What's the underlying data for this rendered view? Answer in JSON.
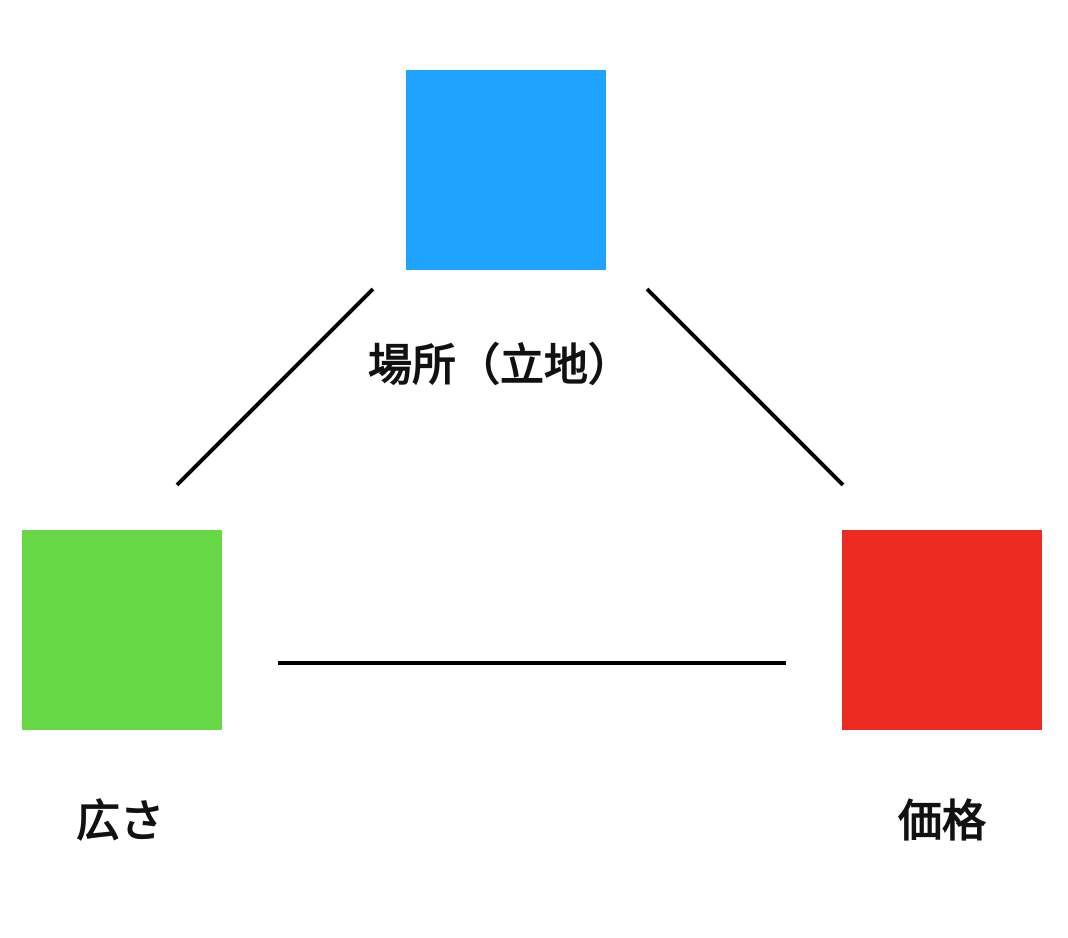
{
  "colors": {
    "top": "#1FA3FE",
    "left": "#67D845",
    "right": "#EC2A22",
    "edge": "#000000"
  },
  "nodes": {
    "top": {
      "label": "場所（立地）"
    },
    "left": {
      "label": "広さ"
    },
    "right": {
      "label": "価格"
    }
  }
}
